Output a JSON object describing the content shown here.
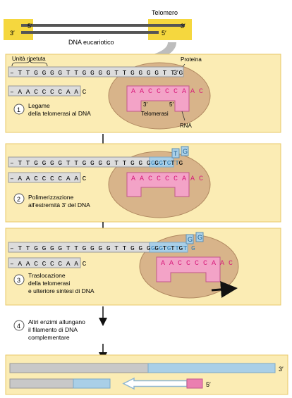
{
  "top": {
    "telomere_label": "Telomero",
    "dna_label": "DNA eucariotico",
    "end_5_left": "5′",
    "end_3_left": "3′",
    "end_3_right": "3′",
    "end_5_right": "5′"
  },
  "panel1": {
    "repeat_label": "Unità ripetuta",
    "top_strand": "– T T G G G G T T G G G G T T G G G G T T G",
    "top_strand_end": "3′",
    "bottom_strand": "– A A C C C C A A C",
    "protein_label": "Proteina",
    "rna_template": "A A C C C C A A C",
    "rna_3": "3′",
    "rna_5": "5′",
    "enzyme_label": "Telomerasi",
    "rna_label": "RNA",
    "step_number": "1",
    "step_line1": "Legame",
    "step_line2": "della telomerasi al DNA"
  },
  "panel2": {
    "top_strand": "– T T G G G G T T G G G G T T G G G G T T G",
    "added": "G G G T",
    "bottom_strand": "– A A C C C C A A C",
    "rna_template": "A A C C C C A A C",
    "nuc1": "T",
    "nuc2": "G",
    "step_number": "2",
    "step_line1": "Polimerizzazione",
    "step_line2": "all'estremità 3′ del DNA"
  },
  "panel3": {
    "top_strand": "– T T G G G G T T G G G G T T G G G G T T G",
    "added": "G G G T T G",
    "bottom_strand": "– A A C C C C A A C",
    "rna_template": "A A C C C C A A C",
    "nuc1": "G",
    "nuc2": "G",
    "step_number": "3",
    "step_line1": "Traslocazione",
    "step_line2": "della telomerasi",
    "step_line3": "e ulteriore sintesi di DNA"
  },
  "step4": {
    "step_number": "4",
    "line1": "Altri enzimi allungano",
    "line2": "il filamento di DNA",
    "line3": "complementare"
  },
  "bottom": {
    "end_3": "3′",
    "end_5": "5′"
  },
  "colors": {
    "panel_bg": "#fbecb4",
    "panel_border": "#e8c96a",
    "telomere_yellow": "#f5d73e",
    "protein": "#d8b48a",
    "rna_pink": "#f3a3c7",
    "rna_text": "#d81b7b",
    "new_dna_blue": "#a9cfe7",
    "strand_grey": "#c8c8c8"
  }
}
